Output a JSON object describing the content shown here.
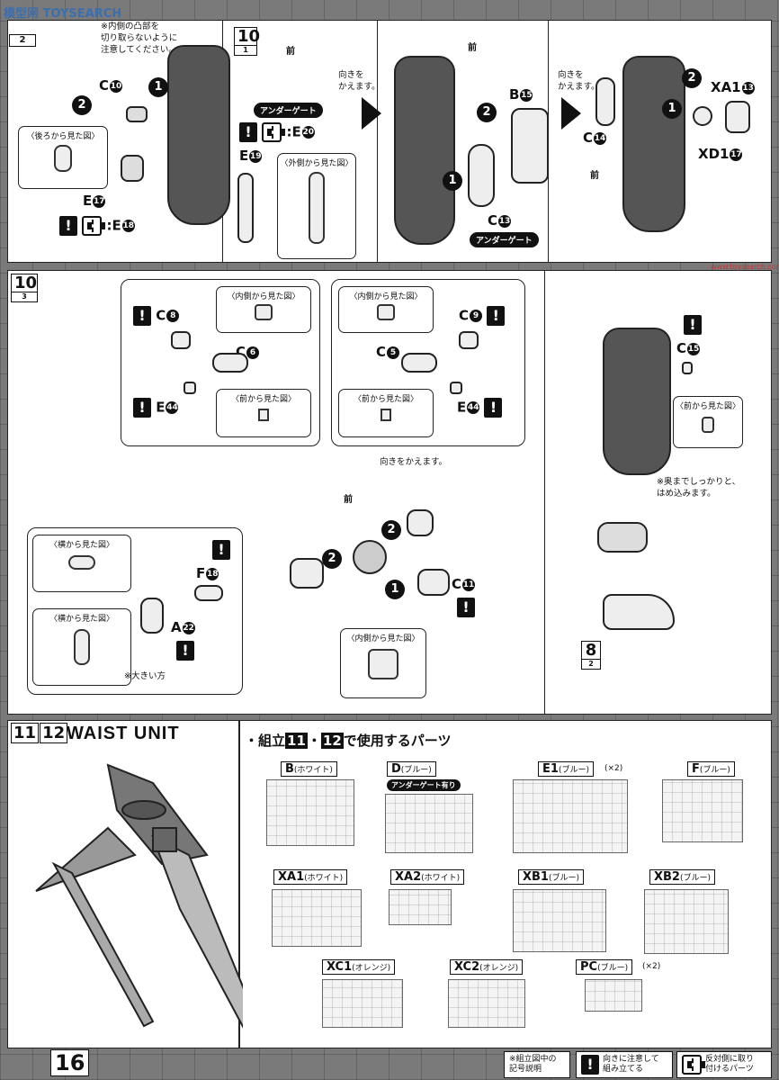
{
  "watermark": "模型网 TOYSEARCH",
  "watermark_url": "www.toysearch.com.cn",
  "top": {
    "sub_step": "2",
    "step_tag": {
      "num": "10",
      "sub": "1"
    },
    "note_inner": "※内側の凸部を\n切り取らないように\n注意してください。",
    "front1": "前",
    "front2": "前",
    "front3": "前",
    "turn1": "向きを\nかえます。",
    "turn2": "向きを\nかえます。",
    "under_gate1": "アンダーゲート",
    "under_gate2": "アンダーゲート",
    "back_view": "〈後ろから見た図〉",
    "outer_view": "〈外側から見た図〉",
    "labels": {
      "c10": "C",
      "c10n": "10",
      "e17": "E",
      "e17n": "17",
      "e18": "E",
      "e18n": "18",
      "e19": "E",
      "e19n": "19",
      "e20": "E",
      "e20n": "20",
      "b15": "B",
      "b15n": "15",
      "c13": "C",
      "c13n": "13",
      "c14": "C",
      "c14n": "14",
      "xa1": "XA1",
      "xa1n": "13",
      "xd1": "XD1",
      "xd1n": "17"
    }
  },
  "middle": {
    "step_tag": {
      "num": "10",
      "sub": "3"
    },
    "inner_view": "〈内側から見た図〉",
    "front_view": "〈前から見た図〉",
    "side_view": "〈横から見た図〉",
    "turn": "向きをかえます。",
    "front": "前",
    "note_press": "※奥までしっかりと、\nはめ込みます。",
    "note_big": "※大きい方",
    "ref_tag": {
      "num": "8",
      "sub": "2"
    },
    "labels": {
      "c8": "C",
      "c8n": "8",
      "c6": "C",
      "c6n": "6",
      "e44a": "E",
      "e44an": "44",
      "c9": "C",
      "c9n": "9",
      "c5": "C",
      "c5n": "5",
      "e44b": "E",
      "e44bn": "44",
      "c15": "C",
      "c15n": "15",
      "f18": "F",
      "f18n": "18",
      "a22": "A",
      "a22n": "22",
      "c11": "C",
      "c11n": "11"
    }
  },
  "bottom": {
    "step_a": "11",
    "step_b": "12",
    "title": "WAIST UNIT",
    "parts_heading_pre": "・組立",
    "parts_heading_a": "11",
    "parts_heading_mid": "・",
    "parts_heading_b": "12",
    "parts_heading_post": "で使用するパーツ",
    "runners": [
      {
        "name": "B",
        "color": "(ホワイト)",
        "extra": ""
      },
      {
        "name": "D",
        "color": "(ブルー)",
        "extra": "アンダーゲート有り"
      },
      {
        "name": "E1",
        "color": "(ブルー)",
        "extra": "(×2)"
      },
      {
        "name": "F",
        "color": "(ブルー)",
        "extra": ""
      },
      {
        "name": "XA1",
        "color": "(ホワイト)",
        "extra": ""
      },
      {
        "name": "XA2",
        "color": "(ホワイト)",
        "extra": ""
      },
      {
        "name": "XB1",
        "color": "(ブルー)",
        "extra": ""
      },
      {
        "name": "XB2",
        "color": "(ブルー)",
        "extra": ""
      },
      {
        "name": "XC1",
        "color": "(オレンジ)",
        "extra": ""
      },
      {
        "name": "XC2",
        "color": "(オレンジ)",
        "extra": ""
      },
      {
        "name": "PC",
        "color": "(ブルー)",
        "extra": "(×2)"
      }
    ]
  },
  "footer": {
    "page": "16",
    "legend_title": "※組立図中の\n記号説明",
    "legend_1": "向きに注意して\n組み立てる",
    "legend_2": "反対側に取り\n付けるパーツ"
  }
}
